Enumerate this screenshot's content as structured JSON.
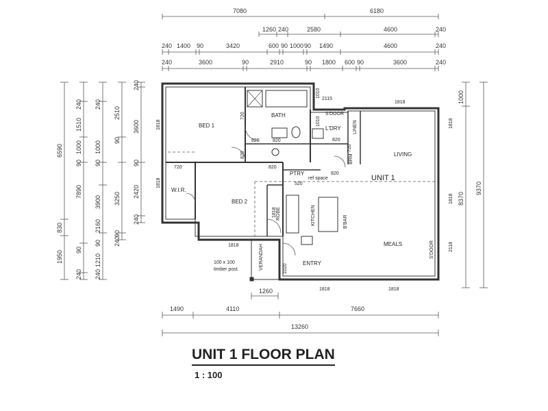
{
  "title": "UNIT 1 FLOOR PLAN",
  "scale": "1 : 100",
  "unit_label": "UNIT 1",
  "rooms": {
    "bed1": "BED 1",
    "bath": "BATH",
    "sdoor": "S'DOOR",
    "ldry": "L'DRY",
    "linen": "LINEN",
    "living": "LIVING",
    "wir": "W.I.R.",
    "bed2": "BED 2",
    "ptry": "PTRY",
    "ref_space": "ref space",
    "robe": "ROBE",
    "kitchen": "KITCHEN",
    "bbar": "B'BAR",
    "brm": "BRM",
    "meals": "MEALS",
    "sdoor2": "S'DOOR",
    "verandah": "VERANDAH",
    "entry": "ENTRY",
    "post_note_1": "100 x 100",
    "post_note_2": "timber post."
  },
  "openings": {
    "w_bed1_side": "1818",
    "w_bath_1": "720",
    "w_bath_2": "820",
    "w_wc": "2115",
    "w_wc2": "1010",
    "w_ldry": "820",
    "w_ldry2": "1010",
    "w_top_right": "1818",
    "w_living_side": "1818",
    "d_bed1": "820",
    "d_720": "720",
    "d_820_hall": "820",
    "d_ptry": "520",
    "d_820_ldry": "820",
    "d_brm": "720",
    "w_wir_side": "1818",
    "d_bed2_side": "820",
    "d_robe": "1818",
    "w_bed2_bottom": "1818",
    "w_entry_door": "1020",
    "w_meals_side": "1818",
    "w_sdoor_side": "2118",
    "w_bottom_1": "1818",
    "w_bottom_2": "1818"
  },
  "dimensions": {
    "top_row1": [
      "7080",
      "6180"
    ],
    "top_row2": [
      "1260",
      "240",
      "2580",
      "4600",
      "240"
    ],
    "top_row3": [
      "240",
      "1400",
      "90",
      "3420",
      "600",
      "90",
      "1000",
      "90",
      "1490",
      "4600",
      "240"
    ],
    "top_row4": [
      "240",
      "3600",
      "90",
      "2910",
      "90",
      "1800",
      "600",
      "90",
      "3600",
      "240"
    ],
    "left_col1": [
      "6590",
      "7890",
      "830",
      "1950"
    ],
    "left_col2": [
      "240",
      "1510",
      "1000",
      "90",
      "3900",
      "90",
      "1210",
      "240"
    ],
    "left_col3": [
      "240",
      "90",
      "1000",
      "2160",
      "90",
      "240"
    ],
    "left_col4": [
      "2510",
      "90",
      "3250",
      "90",
      "240"
    ],
    "left_col5": [
      "240",
      "3600",
      "90",
      "2420",
      "240"
    ],
    "right_col1": [
      "1000",
      "8370"
    ],
    "right_col2": [
      "9370"
    ],
    "bottom_row1": [
      "1490",
      "4110",
      "7660"
    ],
    "bottom_row2": [
      "13260"
    ],
    "verandah_width": "1260"
  }
}
